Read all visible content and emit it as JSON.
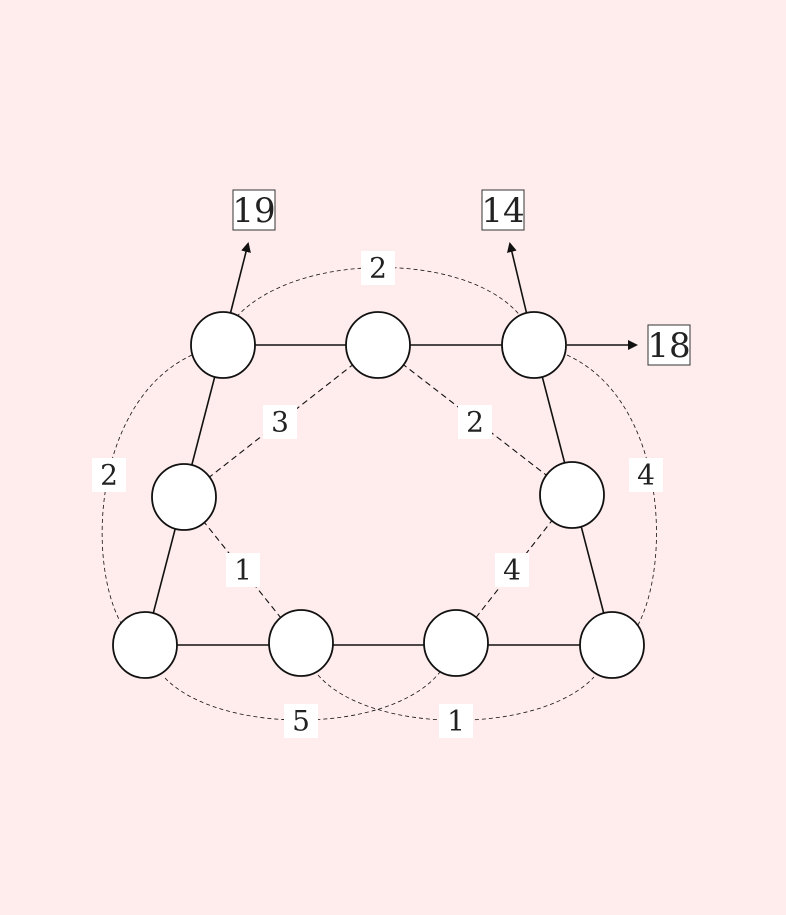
{
  "diagram": {
    "outputs": {
      "top_left": "19",
      "top_right": "14",
      "right": "18"
    },
    "inner_weights": {
      "top_left": "3",
      "top_right": "2",
      "bottom_left": "1",
      "bottom_right": "4"
    },
    "outer_weights": {
      "top": "2",
      "left": "2",
      "right": "4",
      "bottom_left": "5",
      "bottom_right": "1"
    },
    "colors": {
      "background": "#ffecec",
      "node_fill": "#ffffff",
      "stroke": "#111111"
    }
  }
}
